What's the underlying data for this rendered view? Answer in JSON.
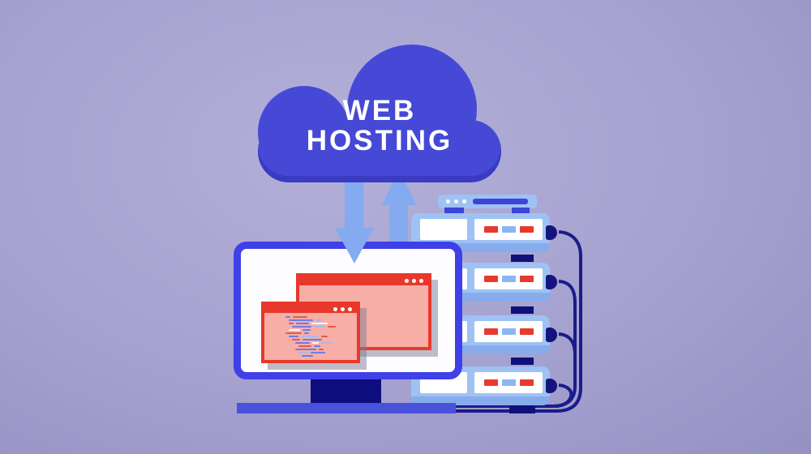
{
  "scene": {
    "title": "Web Hosting",
    "type": "concept-illustration"
  },
  "cloud": {
    "line1": "WEB",
    "line2": "HOSTING",
    "fill": "#4549d6",
    "text_color": "#ffffff"
  },
  "arrows": {
    "download": {
      "direction": "down",
      "color": "#84aaf0"
    },
    "upload": {
      "direction": "up",
      "color": "#84aaf0"
    }
  },
  "monitor": {
    "frame_color": "#4040e8",
    "screen_color": "#fdfdff",
    "stand_color": "#0e0e7e",
    "base_color": "#4a52dc",
    "windows": {
      "back": {
        "titlebar_color": "#e8382b",
        "body_color": "#f6aea6",
        "dots": 3
      },
      "front": {
        "titlebar_color": "#e8382b",
        "body_color": "#f6aea6",
        "dots": 3
      }
    },
    "code_lines": [
      {
        "indent": 26,
        "segs": [
          [
            "b",
            6
          ],
          [
            "r",
            18
          ]
        ]
      },
      {
        "indent": 30,
        "segs": [
          [
            "b",
            30
          ],
          [
            "lb",
            8
          ]
        ]
      },
      {
        "indent": 30,
        "segs": [
          [
            "r",
            6
          ],
          [
            "b",
            16
          ],
          [
            "w",
            20
          ]
        ]
      },
      {
        "indent": 34,
        "segs": [
          [
            "b",
            24
          ],
          [
            "lb",
            14
          ],
          [
            "r",
            10
          ]
        ]
      },
      {
        "indent": 30,
        "segs": [
          [
            "w",
            14
          ],
          [
            "b",
            10
          ]
        ]
      },
      {
        "indent": 26,
        "segs": [
          [
            "r",
            20
          ],
          [
            "b",
            6
          ]
        ]
      },
      {
        "indent": 30,
        "segs": [
          [
            "b",
            12
          ],
          [
            "lb",
            22
          ],
          [
            "r",
            8
          ]
        ]
      },
      {
        "indent": 34,
        "segs": [
          [
            "r",
            10
          ],
          [
            "b",
            24
          ]
        ]
      },
      {
        "indent": 38,
        "segs": [
          [
            "b",
            18
          ],
          [
            "w",
            8
          ],
          [
            "lb",
            14
          ]
        ]
      },
      {
        "indent": 42,
        "segs": [
          [
            "r",
            16
          ],
          [
            "b",
            8
          ]
        ]
      },
      {
        "indent": 38,
        "segs": [
          [
            "b",
            26
          ],
          [
            "r",
            6
          ]
        ]
      },
      {
        "indent": 42,
        "segs": [
          [
            "lb",
            12
          ],
          [
            "b",
            18
          ]
        ]
      },
      {
        "indent": 46,
        "segs": [
          [
            "b",
            14
          ]
        ]
      }
    ]
  },
  "rack": {
    "modem": {
      "dots": 3,
      "bar_color": "#3b45d8",
      "body_color": "#9ec2f4"
    },
    "servers": [
      {
        "lights": [
          "red",
          "lightblue",
          "red"
        ]
      },
      {
        "lights": [
          "red",
          "lightblue",
          "red"
        ]
      },
      {
        "lights": [
          "red",
          "lightblue",
          "red"
        ]
      },
      {
        "lights": [
          "red",
          "lightblue",
          "red"
        ]
      }
    ],
    "body_color": "#9ec2f4",
    "lip_color": "#86acec",
    "cable_color": "#1b1b8a"
  },
  "palette": {
    "background_edge": "#8b88ba",
    "background_center": "#b3afd9",
    "navy": "#10107a",
    "lights": {
      "red": "#e8392e",
      "lightblue": "#8cb6f2"
    },
    "code": {
      "r": "#e05a4e",
      "b": "#6b7ce8",
      "lb": "#a9b9f2",
      "w": "#ffffff"
    }
  }
}
